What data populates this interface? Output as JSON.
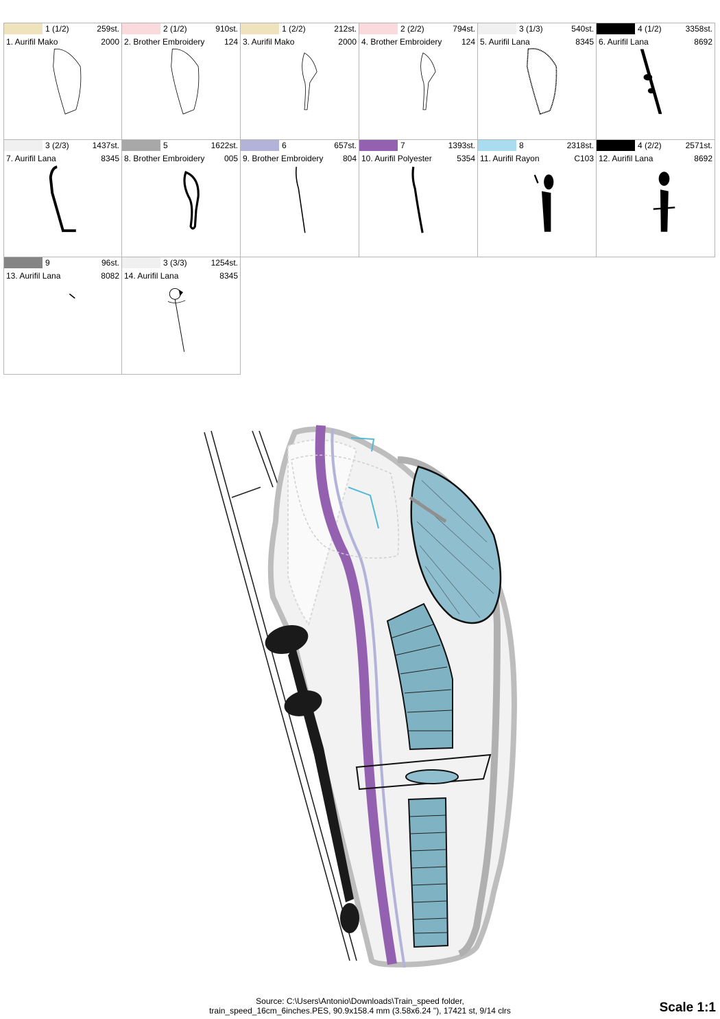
{
  "thread_stops": [
    {
      "color": "#efe3bd",
      "stop_label": "1 (1/2)",
      "stitches": "259st.",
      "thread_name": "1. Aurifil Mako",
      "thread_code": "2000",
      "thumbnail_icon": "outline-part-icon"
    },
    {
      "color": "#fadadd",
      "stop_label": "2 (1/2)",
      "stitches": "910st.",
      "thread_name": "2. Brother Embroidery",
      "thread_code": "124",
      "thumbnail_icon": "outline-part-icon"
    },
    {
      "color": "#efe3bd",
      "stop_label": "1 (2/2)",
      "stitches": "212st.",
      "thread_name": "3. Aurifil Mako",
      "thread_code": "2000",
      "thumbnail_icon": "hook-outline-icon"
    },
    {
      "color": "#fadadd",
      "stop_label": "2 (2/2)",
      "stitches": "794st.",
      "thread_name": "4. Brother Embroidery",
      "thread_code": "124",
      "thumbnail_icon": "hook-outline-icon"
    },
    {
      "color": "#f0f0f0",
      "stop_label": "3 (1/3)",
      "stitches": "540st.",
      "thread_name": "5. Aurifil Lana",
      "thread_code": "8345",
      "thumbnail_icon": "dotted-outline-icon"
    },
    {
      "color": "#000000",
      "stop_label": "4 (1/2)",
      "stitches": "3358st.",
      "thread_name": "6. Aurifil Lana",
      "thread_code": "8692",
      "thumbnail_icon": "black-wheels-icon"
    },
    {
      "color": "#f0f0f0",
      "stop_label": "3 (2/3)",
      "stitches": "1437st.",
      "thread_name": "7. Aurifil Lana",
      "thread_code": "8345",
      "thumbnail_icon": "bracket-shape-icon"
    },
    {
      "color": "#a8a8a8",
      "stop_label": "5",
      "stitches": "1622st.",
      "thread_name": "8. Brother Embroidery",
      "thread_code": "005",
      "thumbnail_icon": "loop-shape-icon"
    },
    {
      "color": "#b3b3da",
      "stop_label": "6",
      "stitches": "657st.",
      "thread_name": "9. Brother Embroidery",
      "thread_code": "804",
      "thumbnail_icon": "thin-line-icon"
    },
    {
      "color": "#9460b0",
      "stop_label": "7",
      "stitches": "1393st.",
      "thread_name": "10. Aurifil Polyester",
      "thread_code": "5354",
      "thumbnail_icon": "thick-line-icon"
    },
    {
      "color": "#a9dcee",
      "stop_label": "8",
      "stitches": "2318st.",
      "thread_name": "11. Aurifil Rayon",
      "thread_code": "C103",
      "thumbnail_icon": "window-fill-icon"
    },
    {
      "color": "#000000",
      "stop_label": "4 (2/2)",
      "stitches": "2571st.",
      "thread_name": "12. Aurifil Lana",
      "thread_code": "8692",
      "thumbnail_icon": "window-detail-icon"
    },
    {
      "color": "#858585",
      "stop_label": "9",
      "stitches": "96st.",
      "thread_name": "13. Aurifil Lana",
      "thread_code": "8082",
      "thumbnail_icon": "small-mark-icon"
    },
    {
      "color": "#f0f0f0",
      "stop_label": "3 (3/3)",
      "stitches": "1254st.",
      "thread_name": "14. Aurifil Lana",
      "thread_code": "8345",
      "thumbnail_icon": "antenna-icon"
    }
  ],
  "footer": {
    "source_line1": "Source: C:\\Users\\Antonio\\Downloads\\Train_speed folder,",
    "source_line2": "train_speed_16cm_6inches.PES, 90.9x158.4 mm (3.58x6.24 \"), 17421 st, 9/14 clrs",
    "scale": "Scale 1:1"
  },
  "preview": {
    "icon": "train-embroidery-preview-icon"
  }
}
